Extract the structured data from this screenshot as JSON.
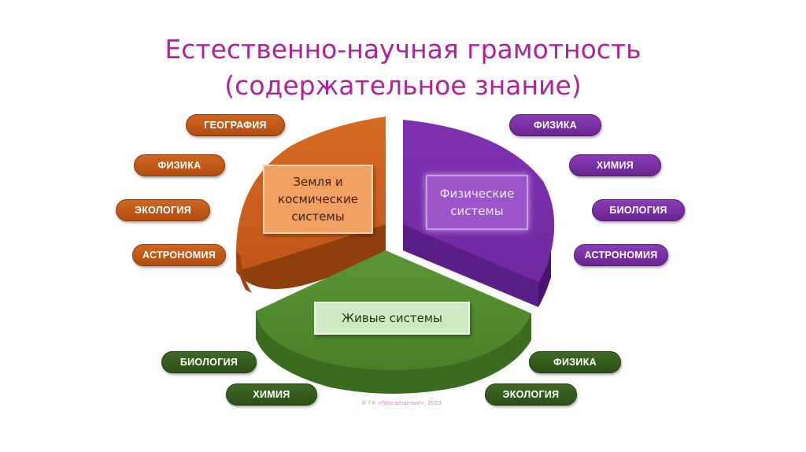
{
  "title": {
    "line1": "Естественно-научная грамотность",
    "line2": "(содержательное знание)"
  },
  "segments": {
    "earth": {
      "label": "Земля и космические системы",
      "line1": "Земля и",
      "line2": "космические",
      "line3": "системы",
      "color": "#c95f1a"
    },
    "physical": {
      "label": "Физические системы",
      "line1": "Физические",
      "line2": "системы",
      "color": "#7a2fa8"
    },
    "living": {
      "label": "Живые системы",
      "color": "#4f8a2e"
    }
  },
  "tags": {
    "left": [
      "ГЕОГРАФИЯ",
      "ФИЗИКА",
      "ЭКОЛОГИЯ",
      "АСТРОНОМИЯ"
    ],
    "right": [
      "ФИЗИКА",
      "ХИМИЯ",
      "БИОЛОГИЯ",
      "АСТРОНОМИЯ"
    ],
    "bottom_left": [
      "БИОЛОГИЯ",
      "ХИМИЯ"
    ],
    "bottom_right": [
      "ФИЗИКА",
      "ЭКОЛОГИЯ"
    ]
  },
  "copyright": "© ГК «Просвещение», 2023"
}
